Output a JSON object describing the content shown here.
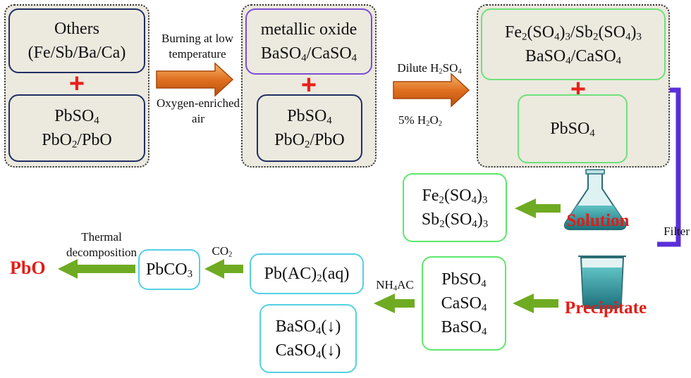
{
  "step1": {
    "others_line1": "Others",
    "others_line2": "(Fe/Sb/Ba/Ca)",
    "plus": "+",
    "lead_line1": [
      "PbSO",
      "4"
    ],
    "lead_line2": [
      "PbO",
      "2",
      "/PbO"
    ]
  },
  "arrow1": {
    "above_line1": "Burning at low",
    "above_line2": "temperature",
    "below_line1": "Oxygen-enriched",
    "below_line2": "air"
  },
  "step2": {
    "oxide_line1": "metallic oxide",
    "oxide_line2": [
      "BaSO",
      "4",
      "/CaSO",
      "4"
    ],
    "plus": "+",
    "lead_line1": [
      "PbSO",
      "4"
    ],
    "lead_line2": [
      "PbO",
      "2",
      "/PbO"
    ]
  },
  "arrow2": {
    "above": [
      "Dilute H",
      "2",
      "SO",
      "4"
    ],
    "below": [
      "5% H",
      "2",
      "O",
      "2"
    ]
  },
  "step3": {
    "sulfate_line1": [
      "Fe",
      "2",
      "(SO",
      "4",
      ")",
      "3",
      "/Sb",
      "2",
      "(SO",
      "4",
      ")",
      "3"
    ],
    "sulfate_line2": [
      "BaSO",
      "4",
      "/CaSO",
      "4"
    ],
    "plus": "+",
    "lead": [
      "PbSO",
      "4"
    ]
  },
  "filter_label": "Filter",
  "solution": {
    "label": "Solution",
    "line1": [
      "Fe",
      "2",
      "(SO",
      "4",
      ")",
      "3"
    ],
    "line2": [
      "Sb",
      "2",
      "(SO",
      "4",
      ")",
      "3"
    ]
  },
  "precipitate": {
    "label": "Precipitate",
    "line1": [
      "PbSO",
      "4"
    ],
    "line2": [
      "CaSO",
      "4"
    ],
    "line3": [
      "BaSO",
      "4"
    ]
  },
  "nh4ac_label": [
    "NH",
    "4",
    "AC"
  ],
  "acetate_box": [
    "Pb(AC)",
    "2",
    "(aq)"
  ],
  "residue_box": {
    "line1": [
      "BaSO",
      "4",
      "(↓)"
    ],
    "line2": [
      "CaSO",
      "4",
      "(↓)"
    ]
  },
  "co2_label": [
    "CO",
    "2"
  ],
  "carbonate_box": [
    "PbCO",
    "3"
  ],
  "thermal_label_line1": "Thermal",
  "thermal_label_line2": "decomposition",
  "product_label": "PbO",
  "colors": {
    "orange_arrow": "#d96a1b",
    "green_arrow": "#6fab22",
    "filter_line": "#5b2fd9",
    "red_text": "#e11d17"
  }
}
